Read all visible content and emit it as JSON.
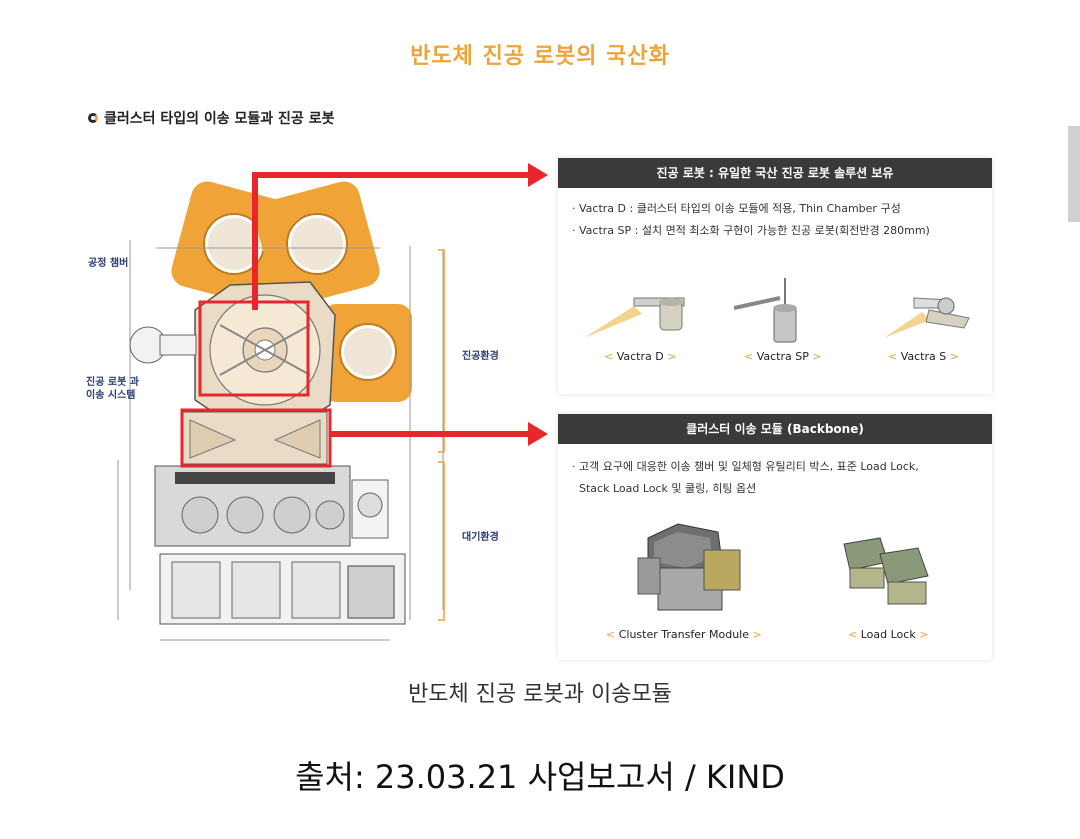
{
  "title": "반도체 진공 로봇의 국산화",
  "subhead": "클러스터 타입의 이송 모듈과 진공 로봇",
  "diagram_labels": {
    "process_chamber": "공정 챔버",
    "robot_system_1": "진공 로봇 과",
    "robot_system_2": "이송 시스템",
    "vacuum_env": "진공환경",
    "atmos_env": "대기환경"
  },
  "panel_robot": {
    "header": "진공 로봇 : 유일한 국산 진공 로봇 솔루션 보유",
    "bullets": [
      "· Vactra D : 클러스터 타입의 이송 모듈에 적용, Thin Chamber 구성",
      "· Vactra SP :  설치 면적 최소화 구현이 가능한 진공 로봇(회전반경 280mm)"
    ],
    "products": [
      {
        "arrow_l": "<",
        "name": "Vactra D",
        "arrow_r": ">"
      },
      {
        "arrow_l": "<",
        "name": "Vactra SP",
        "arrow_r": ">"
      },
      {
        "arrow_l": "<",
        "name": "Vactra S",
        "arrow_r": ">"
      }
    ]
  },
  "panel_module": {
    "header": "클러스터 이송 모듈 (Backbone)",
    "bullets": [
      "· 고객 요구에 대응한 이송 챔버 및 일체형 유틸리티 박스, 표준 Load Lock,",
      "  Stack Load Lock 및 쿨링, 히팅 옵션"
    ],
    "products": [
      {
        "arrow_l": "<",
        "name": "Cluster Transfer Module",
        "arrow_r": ">"
      },
      {
        "arrow_l": "<",
        "name": "Load Lock",
        "arrow_r": ">"
      }
    ]
  },
  "caption": "반도체 진공 로봇과 이송모듈",
  "source": "출처: 23.03.21 사업보고서 / KIND",
  "colors": {
    "accent": "#f0a438",
    "arrow": "#e8262b",
    "panel_header": "#3a3a3a",
    "label_blue": "#2c3e75"
  }
}
